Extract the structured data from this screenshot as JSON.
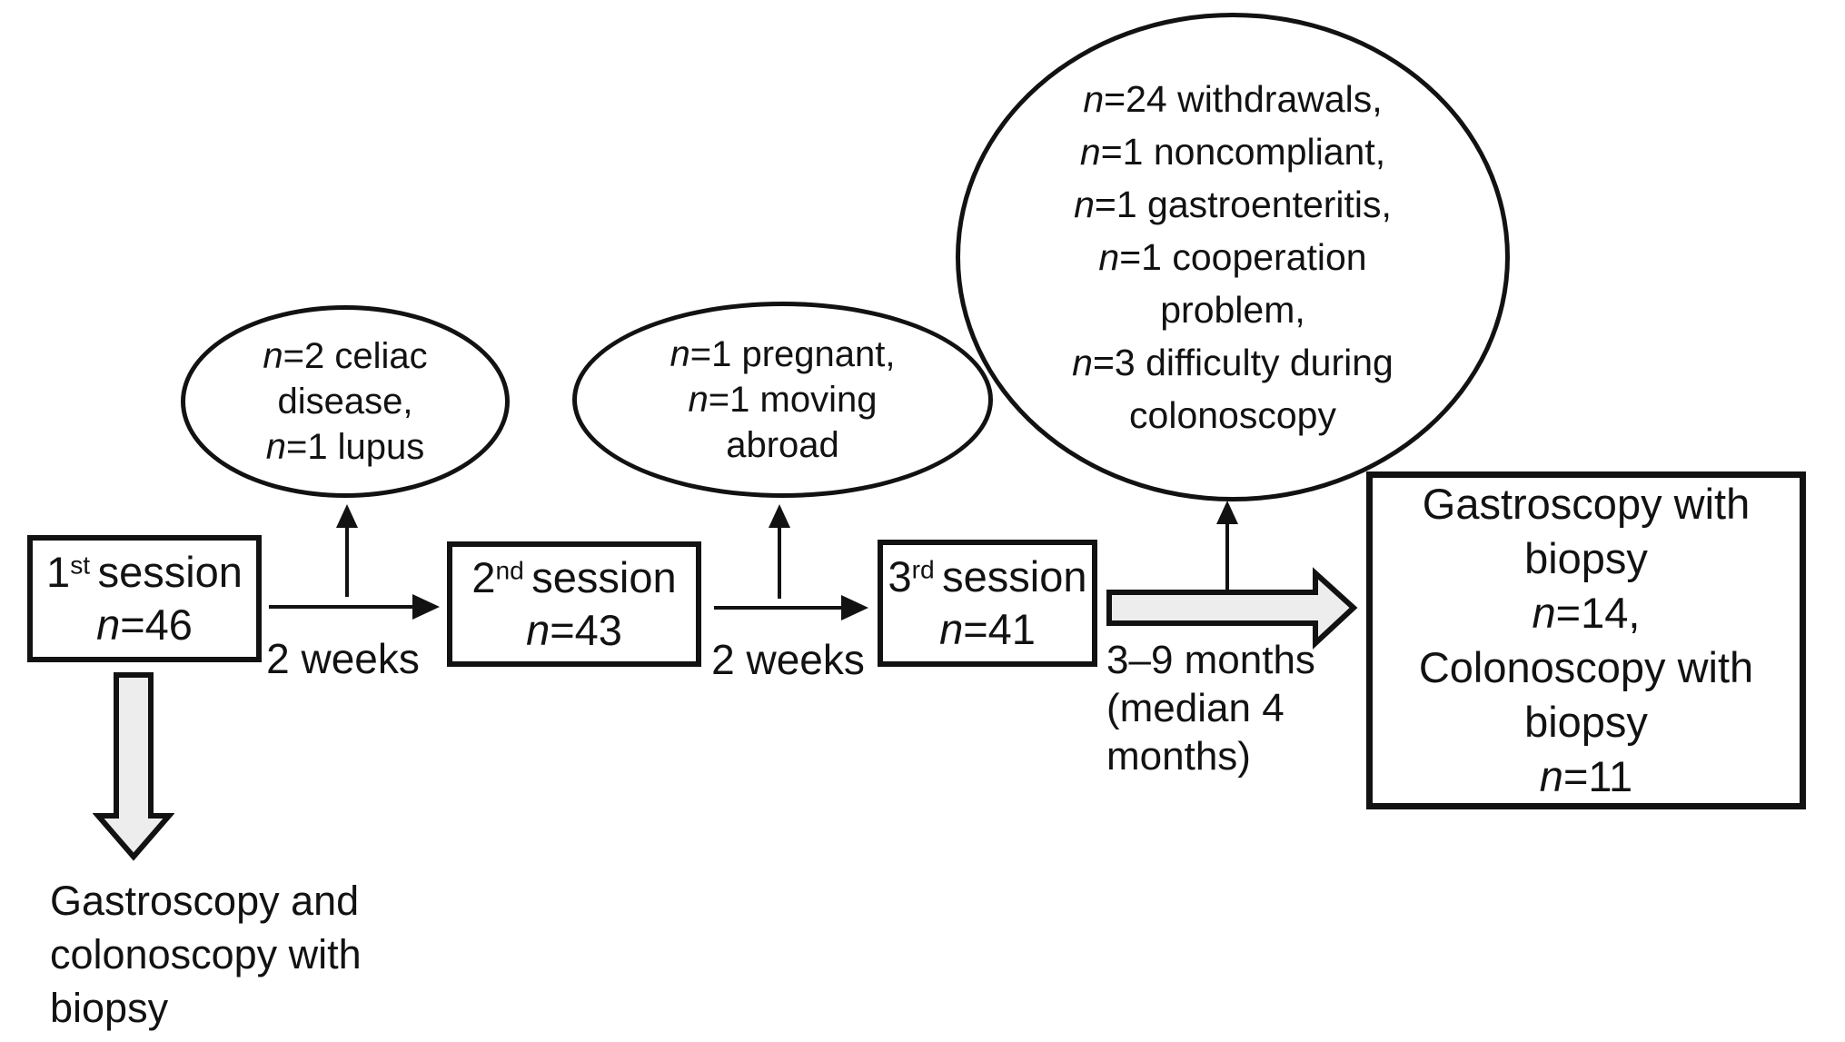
{
  "colors": {
    "ink": "#121212",
    "block_arrow_fill": "#ededed",
    "background": "#ffffff"
  },
  "boxes": {
    "s1": {
      "num": "1",
      "sup": "st",
      "word": "session",
      "n": "n",
      "count": "=46"
    },
    "s2": {
      "num": "2",
      "sup": "nd",
      "word": "session",
      "n": "n",
      "count": "=43"
    },
    "s3": {
      "num": "3",
      "sup": "rd",
      "word": "session",
      "n": "n",
      "count": "=41"
    },
    "outcome": {
      "lines": [
        {
          "text": "Gastroscopy with"
        },
        {
          "text": "biopsy"
        },
        {
          "n": "n",
          "text": "=14,"
        },
        {
          "text": "Colonoscopy with"
        },
        {
          "text": "biopsy"
        },
        {
          "n": "n",
          "text": "=11"
        }
      ]
    }
  },
  "ellipses": {
    "e1": {
      "lines": [
        {
          "n": "n",
          "text": "=2 celiac"
        },
        {
          "text": "disease,"
        },
        {
          "n": "n",
          "text": "=1 lupus"
        }
      ]
    },
    "e2": {
      "lines": [
        {
          "n": "n",
          "text": "=1 pregnant,"
        },
        {
          "n": "n",
          "text": "=1 moving"
        },
        {
          "text": "abroad"
        }
      ]
    },
    "e3": {
      "lines": [
        {
          "n": "n",
          "text": "=24 withdrawals,"
        },
        {
          "n": "n",
          "text": "=1 noncompliant,"
        },
        {
          "n": "n",
          "text": "=1 gastroenteritis,"
        },
        {
          "n": "n",
          "text": "=1 cooperation"
        },
        {
          "text": "problem,"
        },
        {
          "n": "n",
          "text": "=3 difficulty during"
        },
        {
          "text": "colonoscopy"
        }
      ]
    }
  },
  "labels": {
    "gap1": "2 weeks",
    "gap2": "2 weeks",
    "followup": {
      "lines": [
        "3–9 months",
        "(median 4",
        "months)"
      ]
    },
    "baseline_procedures": {
      "lines": [
        "Gastroscopy and",
        "colonoscopy with",
        "biopsy"
      ]
    }
  }
}
